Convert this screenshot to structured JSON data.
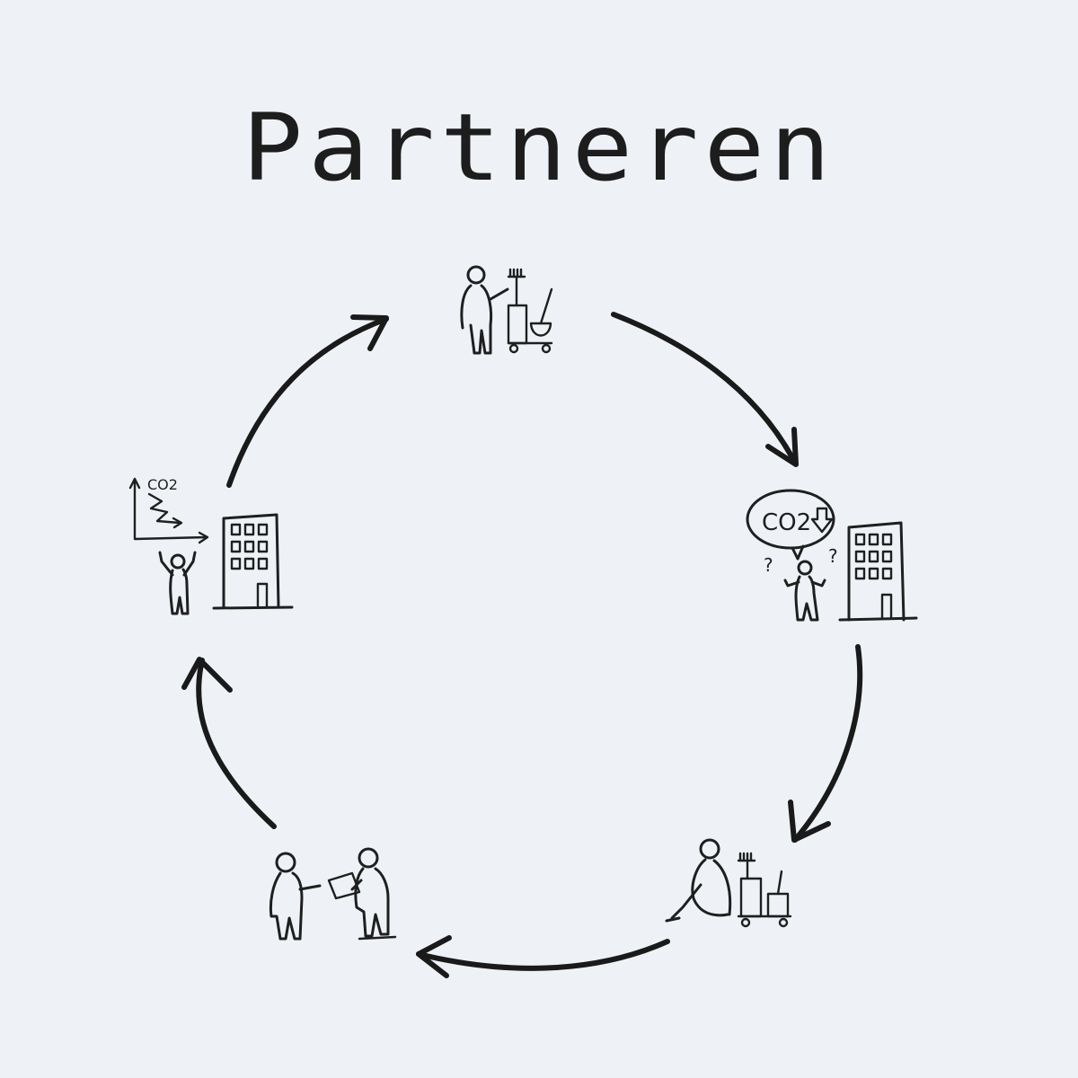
{
  "title": "Partneren",
  "cycle": {
    "stations": [
      {
        "icon": "cleaner-with-cart-icon"
      },
      {
        "icon": "co2-question-building-icon",
        "bubble_label": "CO2"
      },
      {
        "icon": "vacuum-cleaning-icon"
      },
      {
        "icon": "handover-document-icon"
      },
      {
        "icon": "co2-reduction-chart-icon",
        "chart_label": "CO2"
      }
    ]
  }
}
